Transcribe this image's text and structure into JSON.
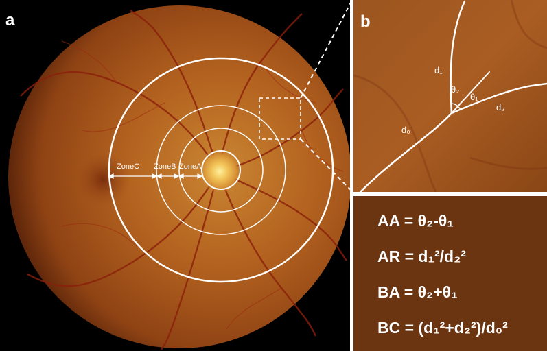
{
  "panels": {
    "a": {
      "letter": "a"
    },
    "b": {
      "letter": "b"
    }
  },
  "zones": {
    "zone_c": "ZoneC",
    "zone_b": "ZoneB",
    "zone_a": "ZoneA"
  },
  "zoom_labels": {
    "d1": "d₁",
    "d2": "d₂",
    "d0": "d₀",
    "theta1": "θ₁",
    "theta2": "θ₂"
  },
  "formulas": [
    "AA = θ₂-θ₁",
    "AR = d₁²/d₂²",
    "BA = θ₂+θ₁",
    "BC = (d₁²+d₂²)/d₀²"
  ],
  "colors": {
    "fundus_center": "#e0a23a",
    "fundus_mid": "#b9651f",
    "fundus_edge": "#6a2d0c",
    "formula_panel": "#6b3512",
    "annotation": "#ffffff"
  }
}
